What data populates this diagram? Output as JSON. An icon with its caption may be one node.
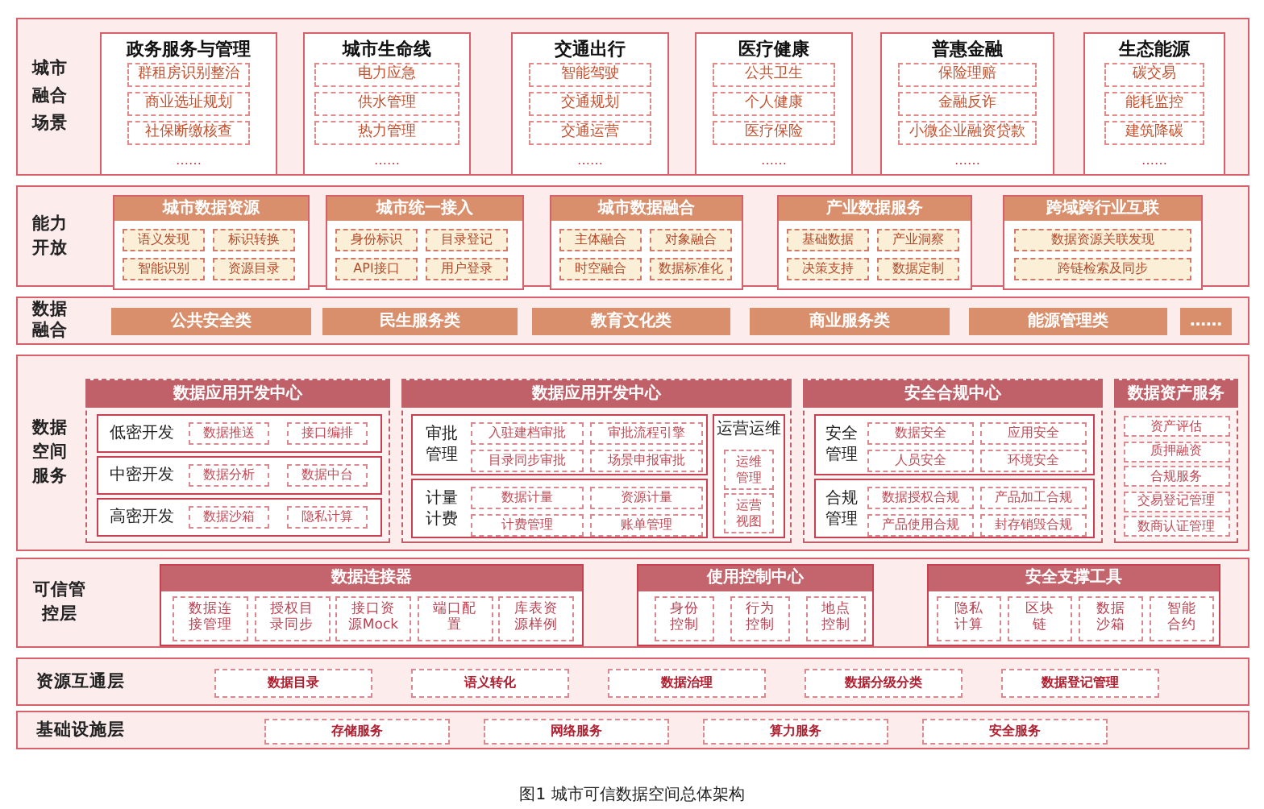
{
  "diagram": {
    "caption": "图1 城市可信数据空间总体架构",
    "nodes": [
      {
        "text": [
          "城市融合场景"
        ]
      },
      {
        "text": [
          "政务服务与管理",
          "……"
        ],
        "in": 0
      },
      {
        "text": [
          "群租房识别整治"
        ],
        "in": 1
      },
      {
        "text": [
          "商业选址规划"
        ],
        "in": 1
      },
      {
        "text": [
          "社保断缴核查"
        ],
        "in": 1
      },
      {
        "text": [
          "城市生命线",
          "……"
        ],
        "in": 0
      },
      {
        "text": [
          "电力应急"
        ],
        "in": 5
      },
      {
        "text": [
          "供水管理"
        ],
        "in": 5
      },
      {
        "text": [
          "热力管理"
        ],
        "in": 5
      },
      {
        "text": [
          "交通出行",
          "……"
        ],
        "in": 0
      },
      {
        "text": [
          "智能驾驶"
        ],
        "in": 9
      },
      {
        "text": [
          "交通规划"
        ],
        "in": 9
      },
      {
        "text": [
          "交通运营"
        ],
        "in": 9
      },
      {
        "text": [
          "医疗健康",
          "……"
        ],
        "in": 0
      },
      {
        "text": [
          "公共卫生"
        ],
        "in": 13
      },
      {
        "text": [
          "个人健康"
        ],
        "in": 13
      },
      {
        "text": [
          "医疗保险"
        ],
        "in": 13
      },
      {
        "text": [
          "普惠金融",
          "……"
        ],
        "in": 0
      },
      {
        "text": [
          "保险理赔"
        ],
        "in": 17
      },
      {
        "text": [
          "金融反诈"
        ],
        "in": 17
      },
      {
        "text": [
          "小微企业融资贷款"
        ],
        "in": 17
      },
      {
        "text": [
          "生态能源",
          "……"
        ],
        "in": 0
      },
      {
        "text": [
          "碳交易"
        ],
        "in": 21
      },
      {
        "text": [
          "能耗监控"
        ],
        "in": 21
      },
      {
        "text": [
          "建筑降碳"
        ],
        "in": 21
      },
      {
        "text": [
          "能力开放"
        ]
      },
      {
        "text": [
          "城市数据资源"
        ],
        "in": 25
      },
      {
        "text": [
          "语义发现"
        ],
        "in": 26
      },
      {
        "text": [
          "标识转换"
        ],
        "in": 26
      },
      {
        "text": [
          "智能识别"
        ],
        "in": 26
      },
      {
        "text": [
          "资源目录"
        ],
        "in": 26
      },
      {
        "text": [
          "城市统一接入"
        ],
        "in": 25
      },
      {
        "text": [
          "身份标识"
        ],
        "in": 31
      },
      {
        "text": [
          "目录登记"
        ],
        "in": 31
      },
      {
        "text": [
          "API接口"
        ],
        "in": 31
      },
      {
        "text": [
          "用户登录"
        ],
        "in": 31
      },
      {
        "text": [
          "城市数据融合"
        ],
        "in": 25
      },
      {
        "text": [
          "主体融合"
        ],
        "in": 36
      },
      {
        "text": [
          "对象融合"
        ],
        "in": 36
      },
      {
        "text": [
          "时空融合"
        ],
        "in": 36
      },
      {
        "text": [
          "数据标准化"
        ],
        "in": 36
      },
      {
        "text": [
          "产业数据服务"
        ],
        "in": 25
      },
      {
        "text": [
          "基础数据"
        ],
        "in": 41
      },
      {
        "text": [
          "产业洞察"
        ],
        "in": 41
      },
      {
        "text": [
          "决策支持"
        ],
        "in": 41
      },
      {
        "text": [
          "数据定制"
        ],
        "in": 41
      },
      {
        "text": [
          "跨域跨行业互联"
        ],
        "in": 25
      },
      {
        "text": [
          "数据资源关联发现"
        ],
        "in": 46
      },
      {
        "text": [
          "跨链检索及同步"
        ],
        "in": 46
      },
      {
        "text": [
          "数据融合"
        ]
      },
      {
        "text": [
          "公共安全类"
        ],
        "in": 49
      },
      {
        "text": [
          "民生服务类"
        ],
        "in": 49
      },
      {
        "text": [
          "教育文化类"
        ],
        "in": 49
      },
      {
        "text": [
          "商业服务类"
        ],
        "in": 49
      },
      {
        "text": [
          "能源管理类"
        ],
        "in": 49
      },
      {
        "text": [
          "……"
        ],
        "in": 49
      },
      {
        "text": [
          "数据空间服务"
        ]
      },
      {
        "text": [
          "数据应用开发中心"
        ],
        "in": 56
      },
      {
        "text": [
          "低密开发"
        ],
        "in": 57
      },
      {
        "text": [
          "数据推送"
        ],
        "in": 58
      },
      {
        "text": [
          "接口编排"
        ],
        "in": 58
      },
      {
        "text": [
          "中密开发"
        ],
        "in": 57
      },
      {
        "text": [
          "数据分析"
        ],
        "in": 61
      },
      {
        "text": [
          "数据中台"
        ],
        "in": 61
      },
      {
        "text": [
          "高密开发"
        ],
        "in": 57
      },
      {
        "text": [
          "数据沙箱"
        ],
        "in": 64
      },
      {
        "text": [
          "隐私计算"
        ],
        "in": 64
      },
      {
        "text": [
          "数据应用开发中心"
        ],
        "in": 56
      },
      {
        "text": [
          "审批管理"
        ],
        "in": 67
      },
      {
        "text": [
          "入驻建档审批"
        ],
        "in": 68
      },
      {
        "text": [
          "审批流程引擎"
        ],
        "in": 68
      },
      {
        "text": [
          "目录同步审批"
        ],
        "in": 68
      },
      {
        "text": [
          "场景申报审批"
        ],
        "in": 68
      },
      {
        "text": [
          "计量计费"
        ],
        "in": 67
      },
      {
        "text": [
          "数据计量"
        ],
        "in": 73
      },
      {
        "text": [
          "资源计量"
        ],
        "in": 73
      },
      {
        "text": [
          "计费管理"
        ],
        "in": 73
      },
      {
        "text": [
          "账单管理"
        ],
        "in": 73
      },
      {
        "text": [
          "运营运维"
        ],
        "in": 67
      },
      {
        "text": [
          "运维管理"
        ],
        "in": 78
      },
      {
        "text": [
          "运营视图"
        ],
        "in": 78
      },
      {
        "text": [
          "安全合规中心"
        ],
        "in": 56
      },
      {
        "text": [
          "安全管理"
        ],
        "in": 81
      },
      {
        "text": [
          "数据安全"
        ],
        "in": 82
      },
      {
        "text": [
          "应用安全"
        ],
        "in": 82
      },
      {
        "text": [
          "人员安全"
        ],
        "in": 82
      },
      {
        "text": [
          "环境安全"
        ],
        "in": 82
      },
      {
        "text": [
          "合规管理"
        ],
        "in": 81
      },
      {
        "text": [
          "数据授权合规"
        ],
        "in": 87
      },
      {
        "text": [
          "产品加工合规"
        ],
        "in": 87
      },
      {
        "text": [
          "产品使用合规"
        ],
        "in": 87
      },
      {
        "text": [
          "封存销毁合规"
        ],
        "in": 87
      },
      {
        "text": [
          "数据资产服务"
        ],
        "in": 56
      },
      {
        "text": [
          "资产评估"
        ],
        "in": 92
      },
      {
        "text": [
          "质押融资"
        ],
        "in": 92
      },
      {
        "text": [
          "合规服务"
        ],
        "in": 92
      },
      {
        "text": [
          "交易登记管理"
        ],
        "in": 92
      },
      {
        "text": [
          "数商认证管理"
        ],
        "in": 92
      },
      {
        "text": [
          "可信管控层"
        ]
      },
      {
        "text": [
          "数据连接器"
        ],
        "in": 98
      },
      {
        "text": [
          "数据连接管理"
        ],
        "in": 99
      },
      {
        "text": [
          "授权目录同步"
        ],
        "in": 99
      },
      {
        "text": [
          "接口资源Mock"
        ],
        "in": 99
      },
      {
        "text": [
          "端口配置"
        ],
        "in": 99
      },
      {
        "text": [
          "库表资源样例"
        ],
        "in": 99
      },
      {
        "text": [
          "使用控制中心"
        ],
        "in": 98
      },
      {
        "text": [
          "身份控制"
        ],
        "in": 105
      },
      {
        "text": [
          "行为控制"
        ],
        "in": 105
      },
      {
        "text": [
          "地点控制"
        ],
        "in": 105
      },
      {
        "text": [
          "安全支撑工具"
        ],
        "in": 98
      },
      {
        "text": [
          "隐私计算"
        ],
        "in": 109
      },
      {
        "text": [
          "区块链"
        ],
        "in": 109
      },
      {
        "text": [
          "数据沙箱"
        ],
        "in": 109
      },
      {
        "text": [
          "智能合约"
        ],
        "in": 109
      },
      {
        "text": [
          "资源互通层"
        ]
      },
      {
        "text": [
          "数据目录"
        ],
        "in": 114
      },
      {
        "text": [
          "语义转化"
        ],
        "in": 114
      },
      {
        "text": [
          "数据治理"
        ],
        "in": 114
      },
      {
        "text": [
          "数据分级分类"
        ],
        "in": 114
      },
      {
        "text": [
          "数据登记管理"
        ],
        "in": 114
      },
      {
        "text": [
          "基础设施层"
        ]
      },
      {
        "text": [
          "存储服务"
        ],
        "in": 120
      },
      {
        "text": [
          "网络服务"
        ],
        "in": 120
      },
      {
        "text": [
          "算力服务"
        ],
        "in": 120
      },
      {
        "text": [
          "安全服务"
        ],
        "in": 120
      }
    ]
  }
}
